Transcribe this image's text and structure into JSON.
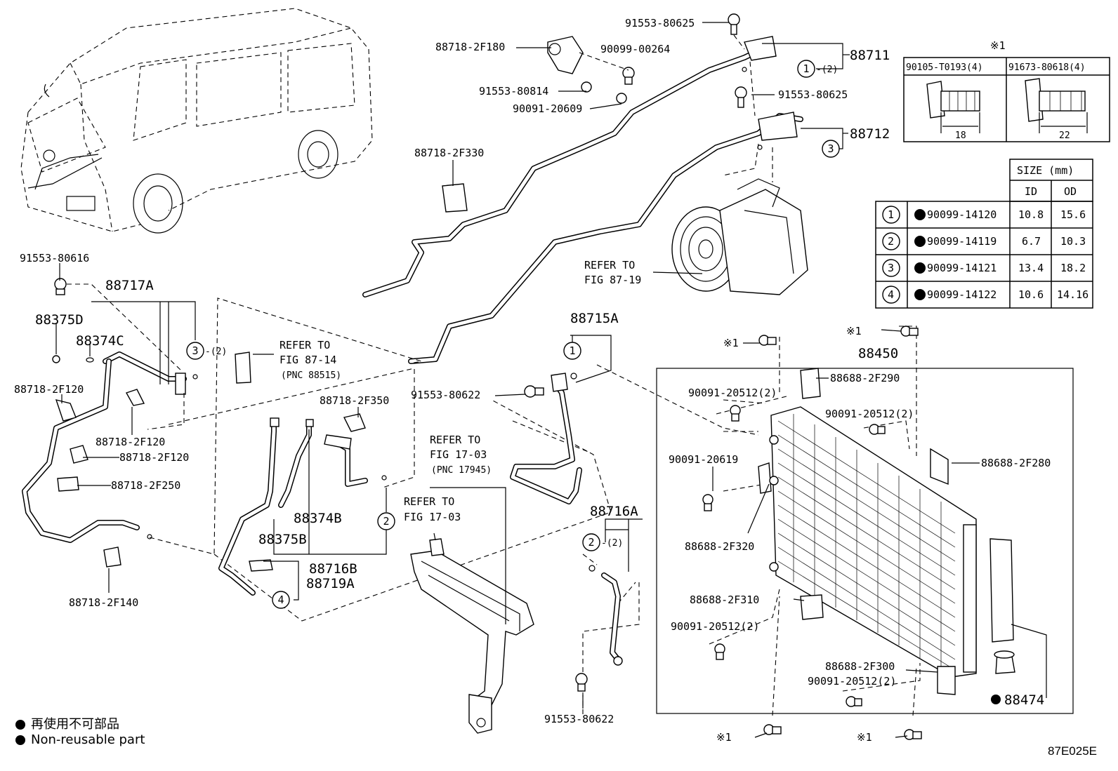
{
  "labels": {
    "p91553_80625_top": "91553-80625",
    "p88718_2F180": "88718-2F180",
    "p90099_00264": "90099-00264",
    "p91553_80814": "91553-80814",
    "p90091_20609": "90091-20609",
    "p88711": "88711",
    "p91553_80625_mid": "91553-80625",
    "p88712": "88712",
    "p88718_2F330": "88718-2F330",
    "refer_87_19_a": "REFER TO",
    "refer_87_19_b": "FIG 87-19",
    "p91553_80616": "91553-80616",
    "p88717A": "88717A",
    "p88375D": "88375D",
    "p88374C": "88374C",
    "paren2_a": "-(2)",
    "refer_87_14_a": "REFER TO",
    "refer_87_14_b": "FIG 87-14",
    "refer_87_14_c": "(PNC 88515)",
    "p88718_2F120_a": "88718-2F120",
    "p88718_2F120_b": "88718-2F120",
    "p88718_2F120_c": "88718-2F120",
    "p88718_2F250": "88718-2F250",
    "p88718_2F140": "88718-2F140",
    "p88718_2F350": "88718-2F350",
    "p88374B": "88374B",
    "p88375B": "88375B",
    "p88716B": "88716B",
    "p88719A": "88719A",
    "refer_17_03a_a": "REFER TO",
    "refer_17_03a_b": "FIG 17-03",
    "refer_17_03a_c": "(PNC 17945)",
    "refer_17_03b_a": "REFER TO",
    "refer_17_03b_b": "FIG 17-03",
    "p88715A": "88715A",
    "p91553_80622_a": "91553-80622",
    "p88716A": "88716A",
    "paren2_b": "-(2)",
    "p91553_80622_b": "91553-80622",
    "star1_a": "※1",
    "star1_b": "※1",
    "star1_c": "※1",
    "star1_d": "※1",
    "p88450": "88450",
    "p88688_2F290": "88688-2F290",
    "p90091_20512_a": "90091-20512(2)",
    "p90091_20512_b": "90091-20512(2)",
    "p90091_20619": "90091-20619",
    "p88688_2F280": "88688-2F280",
    "p88688_2F320": "88688-2F320",
    "p88688_2F310": "88688-2F310",
    "p90091_20512_c": "90091-20512(2)",
    "p88688_2F300": "88688-2F300",
    "p90091_20512_d": "90091-20512(2)",
    "p88474": "88474",
    "paren2_top": "-(2)"
  },
  "bolt_table": {
    "note": "※1",
    "col1": "90105-T0193(4)",
    "col2": "91673-80618(4)",
    "len1": "18",
    "len2": "22"
  },
  "size_table": {
    "title": "SIZE (mm)",
    "col_id": "ID",
    "col_od": "OD",
    "rows": [
      {
        "num": "1",
        "part": "90099-14120",
        "id": "10.8",
        "od": "15.6"
      },
      {
        "num": "2",
        "part": "90099-14119",
        "id": "6.7",
        "od": "10.3"
      },
      {
        "num": "3",
        "part": "90099-14121",
        "id": "13.4",
        "od": "18.2"
      },
      {
        "num": "4",
        "part": "90099-14122",
        "id": "10.6",
        "od": "14.16"
      }
    ]
  },
  "legend": {
    "jp": "再使用不可部品",
    "en": "Non-reusable part"
  },
  "figure_code": "87E025E"
}
